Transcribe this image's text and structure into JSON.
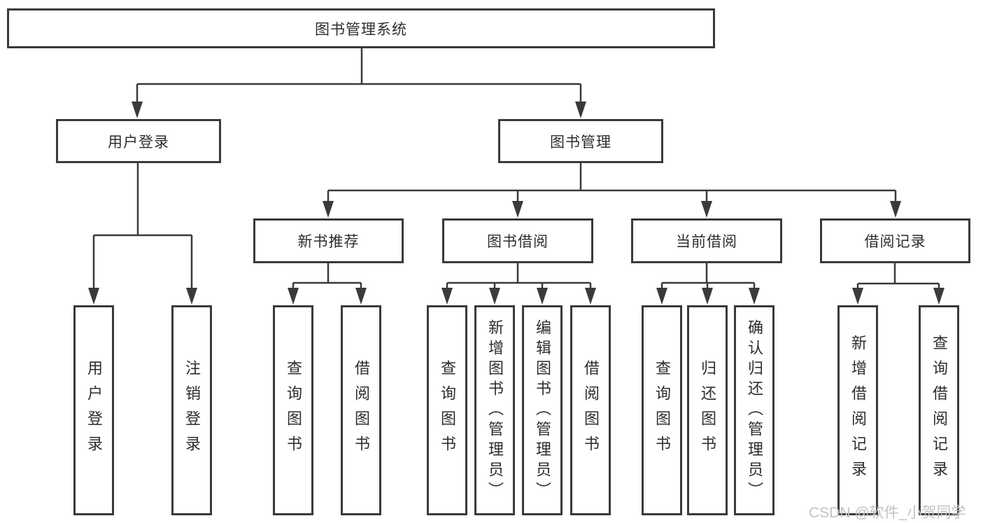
{
  "tree": {
    "root": "图书管理系统",
    "branches": [
      {
        "label": "用户登录",
        "children": [
          "用户登录",
          "注销登录"
        ]
      },
      {
        "label": "图书管理",
        "groups": [
          {
            "label": "新书推荐",
            "children": [
              "查询图书",
              "借阅图书"
            ]
          },
          {
            "label": "图书借阅",
            "children": [
              "查询图书",
              "新增图书（管理员）",
              "编辑图书（管理员）",
              "借阅图书"
            ]
          },
          {
            "label": "当前借阅",
            "children": [
              "查询图书",
              "归还图书",
              "确认归还（管理员）"
            ]
          },
          {
            "label": "借阅记录",
            "children": [
              "新增借阅记录",
              "查询借阅记录"
            ]
          }
        ]
      }
    ]
  },
  "colors": {
    "line": "#3a3a3a",
    "text": "#2d2d2d",
    "watermark_text": "#c2c2c2",
    "background": "#ffffff"
  },
  "watermark": "CSDN @软件_小贺同学"
}
